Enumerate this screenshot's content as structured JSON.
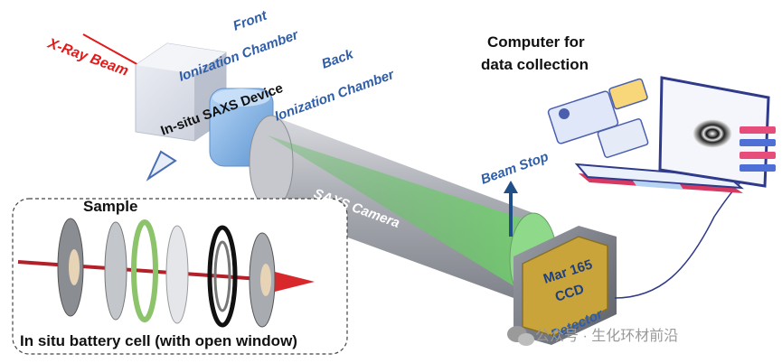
{
  "labels": {
    "xray_beam": "X-Ray Beam",
    "front_chamber_line1": "Front",
    "front_chamber_line2": "Ionization Chamber",
    "back_chamber_line1": "Back",
    "back_chamber_line2": "Ionization Chamber",
    "saxs_device": "In-situ SAXS Device",
    "sample": "Sample",
    "saxs_camera": "SAXS Camera",
    "beam_stop": "Beam Stop",
    "computer_line1": "Computer for",
    "computer_line2": "data collection",
    "ccd_line1": "Mar 165",
    "ccd_line2": "CCD",
    "detector": "Detector",
    "battery_cell": "In situ battery cell (with open window)"
  },
  "watermark": {
    "text": "公众号 · 生化环材前沿",
    "icon": "wechat-icon"
  },
  "colors": {
    "beam": "#e01b1b",
    "label_blue": "#2f5ea8",
    "chamber": "#7fb2e6",
    "camera_grey": "#b9bcc2",
    "scatter_green": "#7fd67a",
    "ccd_gold": "#c9a43a",
    "laptop_border": "#2f3a8a"
  }
}
